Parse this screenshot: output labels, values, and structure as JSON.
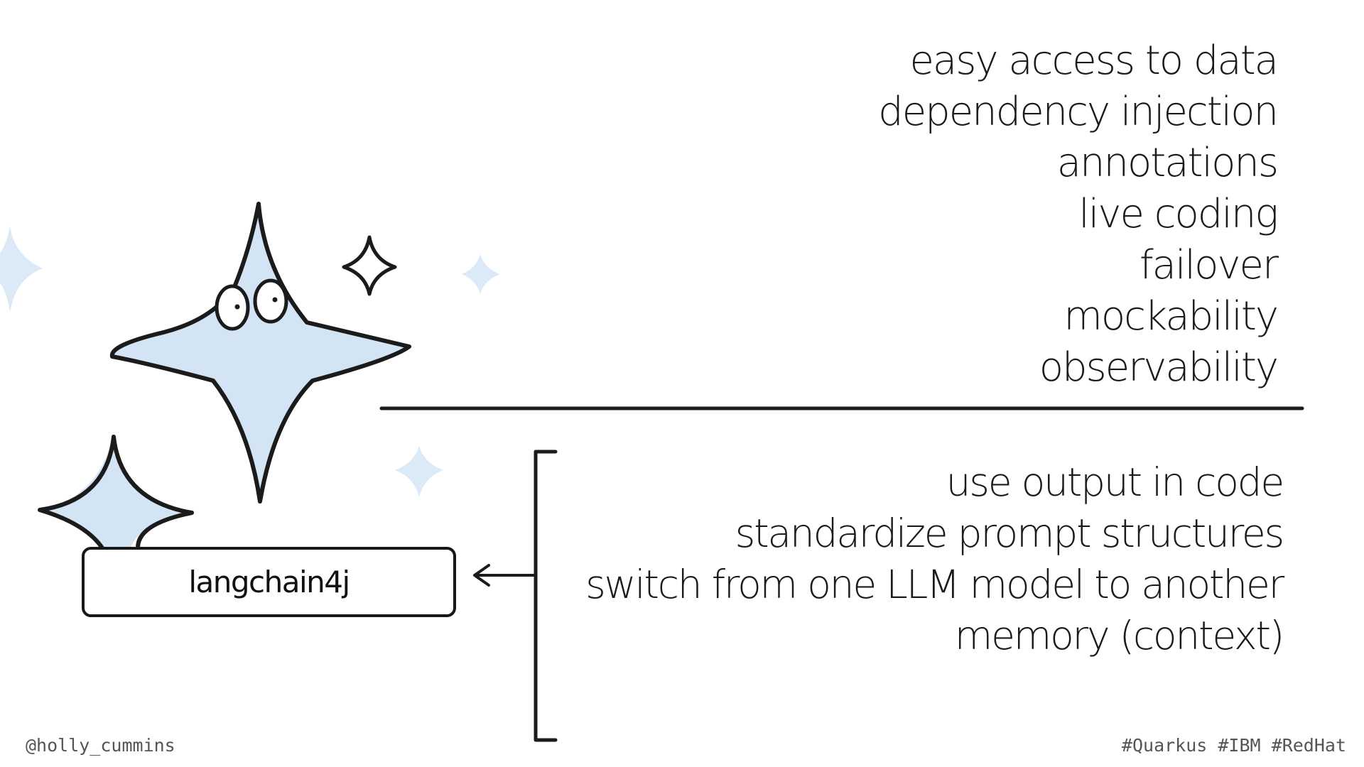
{
  "top_list": [
    "easy access to data",
    "dependency injection",
    "annotations",
    "live coding",
    "failover",
    "mockability",
    "observability"
  ],
  "bottom_list": [
    "use output in code",
    "standardize prompt structures",
    "switch from one LLM model to another",
    "memory (context)"
  ],
  "box_label": "langchain4j",
  "footer": {
    "handle": "@holly_cummins",
    "hashtags": "#Quarkus #IBM #RedHat"
  },
  "colors": {
    "sparkle_fill": "#d3e4f4",
    "ink": "#1b1b1b",
    "footer_text": "#555555"
  },
  "icons": [
    "sparkle-character-icon",
    "small-sparkle-icon",
    "arrow-left-icon",
    "bracket-icon"
  ]
}
